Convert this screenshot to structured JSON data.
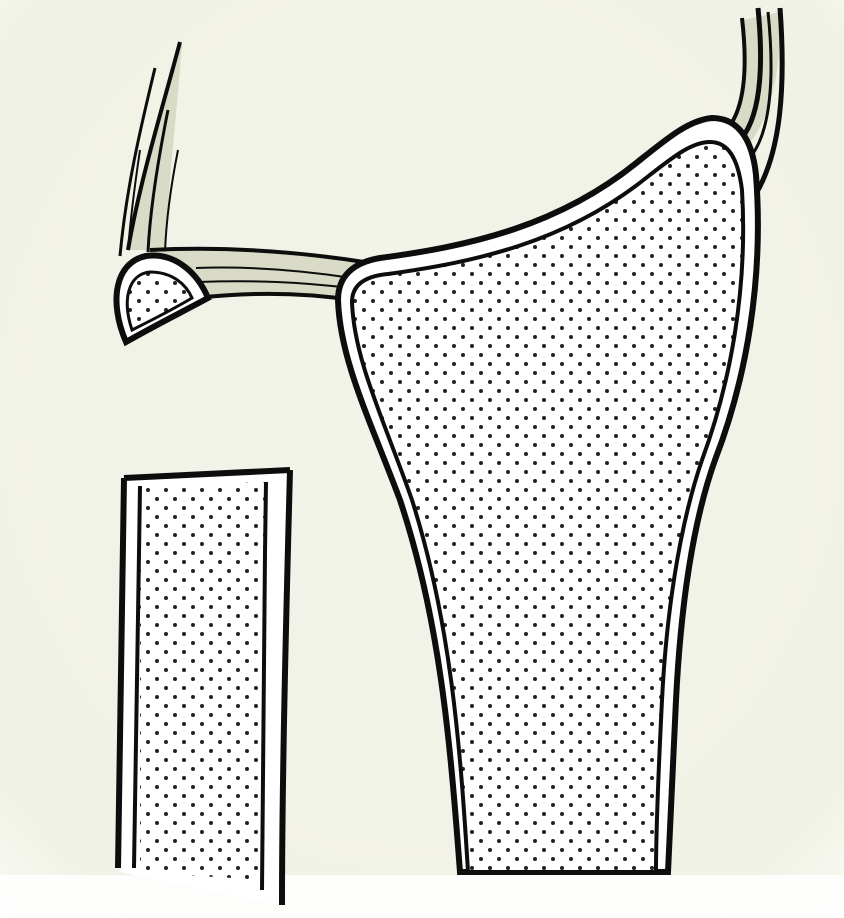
{
  "diagram": {
    "style": "line illustration, stippled bone texture",
    "colors": {
      "background": "#f3f4e9",
      "ligament": "#d9dbc6",
      "outline": "#0d0d0d",
      "bone_fill": "#ffffff",
      "stipple": "#222222"
    },
    "elements": [
      {
        "name": "radius-bone",
        "label": ""
      },
      {
        "name": "ulna-bone",
        "label": ""
      },
      {
        "name": "triquetrum-bone-fragment",
        "label": ""
      },
      {
        "name": "ligament-band",
        "label": ""
      },
      {
        "name": "fibrous-strands",
        "label": ""
      }
    ]
  }
}
